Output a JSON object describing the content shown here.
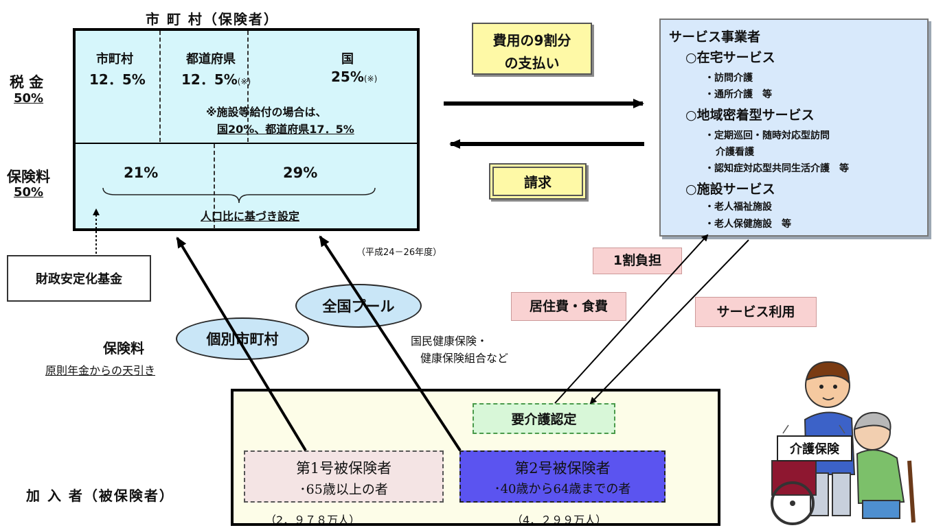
{
  "insurer": {
    "title": "市 町 村（保険者）",
    "tax": {
      "label": "税 金",
      "percent": "50%",
      "municipality_label": "市町村",
      "municipality_value": "12．5%",
      "prefecture_label": "都道府県",
      "prefecture_value": "12．5%",
      "prefecture_note": "(※)",
      "national_label": "国",
      "national_value": "25%",
      "national_note": "(※)",
      "footnote_line1": "※施設等給付の場合は、",
      "footnote_line2": "国20%、都道府県17．5%"
    },
    "premium": {
      "label": "保険料",
      "percent": "50%",
      "first_value": "21%",
      "second_value": "29%",
      "brace_label": "人口比に基づき設定"
    }
  },
  "fund_box": "財政安定化基金",
  "payment_box": {
    "line1": "費用の9割分",
    "line2": "の支払い"
  },
  "claim_box": "請求",
  "period_note": "（平成24－26年度）",
  "service_provider": {
    "title": "サービス事業者",
    "home_heading": "○在宅サービス",
    "home_items": [
      "・訪問介護",
      "・通所介護　等"
    ],
    "community_heading": "○地域密着型サービス",
    "community_items": [
      "・定期巡回・随時対応型訪問",
      "介護看護",
      "・認知症対応型共同生活介護　等"
    ],
    "facility_heading": "○施設サービス",
    "facility_items": [
      "・老人福祉施設",
      "・老人保健施設　等"
    ]
  },
  "labels": {
    "copay": "1割負担",
    "housing_food": "居住費・食費",
    "service_use": "サービス利用",
    "national_pool": "全国プール",
    "individual_municipality": "個別市町村",
    "premium_title": "保険料",
    "premium_subtitle": "原則年金からの天引き",
    "health_insurance_line1": "国民健康保険・",
    "health_insurance_line2": "健康保険組合など"
  },
  "members": {
    "label": "加 入 者（被保険者）",
    "care_certification": "要介護認定",
    "first": {
      "title": "第1号被保険者",
      "desc": "･65歳以上の者",
      "count": "（2．９７８万人）"
    },
    "second": {
      "title": "第2号被保険者",
      "desc": "･40歳から64歳までの者",
      "count": "（4．２９９万人）"
    }
  },
  "illustration_sign": "介護保険",
  "colors": {
    "insurer_fill": "#d6f6fb",
    "yellow_label": "#fef9a6",
    "pink_label": "#f9d2d2",
    "ellipse_fill": "#c9e6f7",
    "provider_fill": "#d8e9fb",
    "first_member_fill": "#f4e4e4",
    "second_member_fill": "#5b54f0"
  }
}
